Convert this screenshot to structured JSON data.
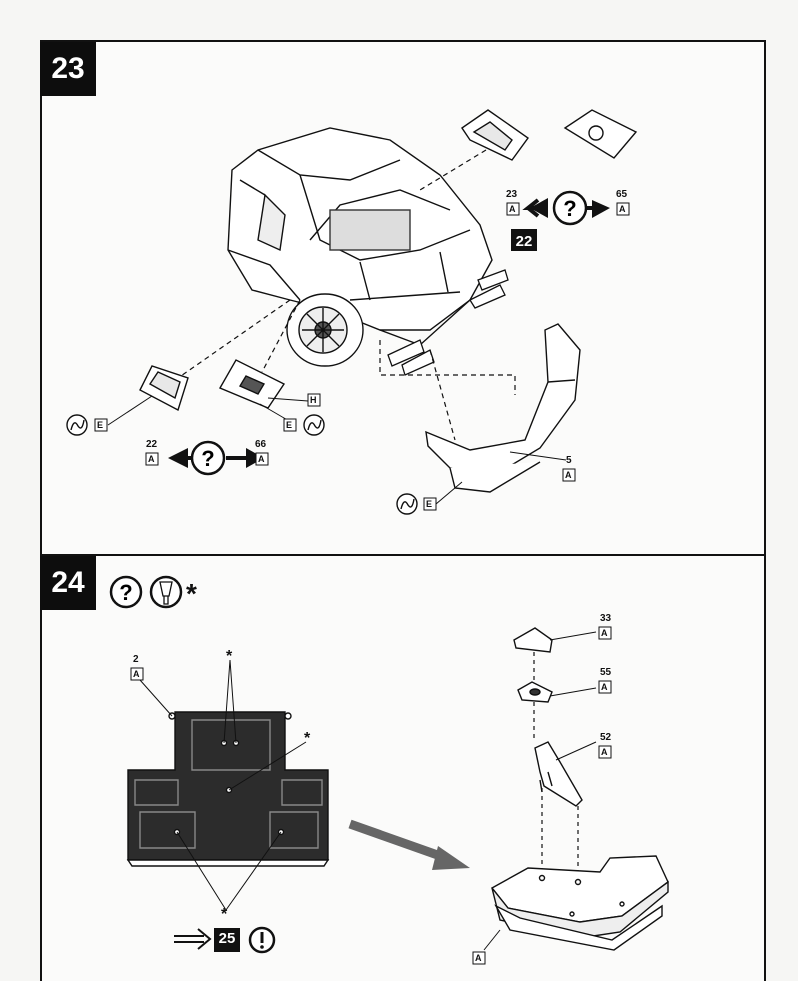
{
  "steps": [
    {
      "number": "23",
      "badge": "22",
      "parts": [
        {
          "id": "23",
          "code": "A"
        },
        {
          "id": "65",
          "code": "A"
        },
        {
          "id": "22",
          "code": "A"
        },
        {
          "id": "66",
          "code": "A"
        },
        {
          "id": "5",
          "code": "A"
        }
      ],
      "paint_codes": {
        "e": "E",
        "h": "H"
      }
    },
    {
      "number": "24",
      "star": "*",
      "next_step": "25",
      "parts": [
        {
          "id": "2",
          "code": "A"
        },
        {
          "id": "33",
          "code": "A"
        },
        {
          "id": "55",
          "code": "A"
        },
        {
          "id": "52",
          "code": "A"
        },
        {
          "code": "A"
        }
      ],
      "marks": [
        "*",
        "*",
        "*"
      ]
    }
  ],
  "icons": [
    "question-icon",
    "glue-tube-icon",
    "paint-swirl-icon",
    "warning-exclamation-icon",
    "arrow-right-icon"
  ]
}
